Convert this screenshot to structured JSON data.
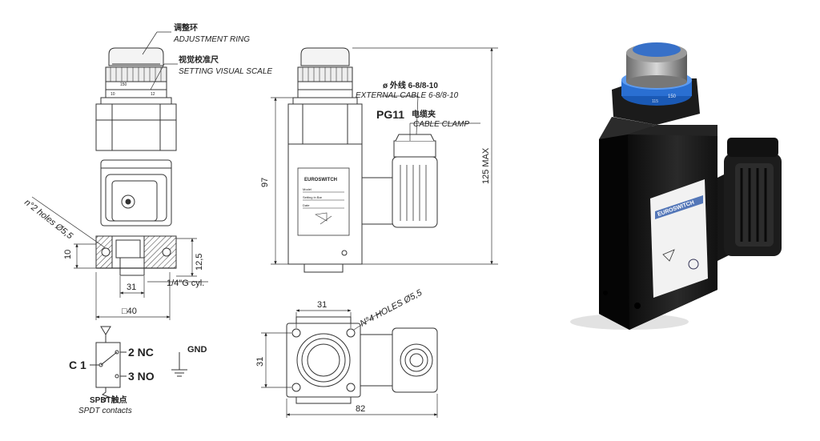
{
  "callouts": {
    "adjustment_ring_cn": "调整环",
    "adjustment_ring_en": "ADJUSTMENT RING",
    "visual_scale_cn": "视觉校准尺",
    "visual_scale_en": "SETTING VISUAL SCALE",
    "external_cable_cn": "ø 外线 6-8/8-10",
    "external_cable_en": "EXTERNAL CABLE 6-8/8-10",
    "pg11": "PG11",
    "cable_clamp_cn": "电缆夹",
    "cable_clamp_en": "CABLE CLAMP",
    "holes_2": "n°2 holes Ø5,5",
    "holes_4": "N°4 HOLES Ø5,5",
    "thread": "1/4\"G cyl."
  },
  "dimensions": {
    "d10": "10",
    "d12_5": "12,5",
    "d31_front": "31",
    "d40": "□40",
    "d97": "97",
    "d125": "125 MAX",
    "d31_top": "31",
    "d31_side": "31",
    "d82": "82"
  },
  "schematic": {
    "c1": "C 1",
    "nc": "2 NC",
    "no": "3 NO",
    "gnd": "GND",
    "spdt_cn": "SPDT触点",
    "spdt_en": "SPDT contacts"
  },
  "label_plate": {
    "brand": "EUROSWITCH",
    "model": "Model",
    "setting": "Setting in Bar",
    "date": "Date"
  },
  "scale_ticks": {
    "t150": "150",
    "t10": "10",
    "t12": "12"
  },
  "photo": {
    "brand": "EUROSWITCH",
    "scale_150": "150",
    "scale_115": "115"
  }
}
